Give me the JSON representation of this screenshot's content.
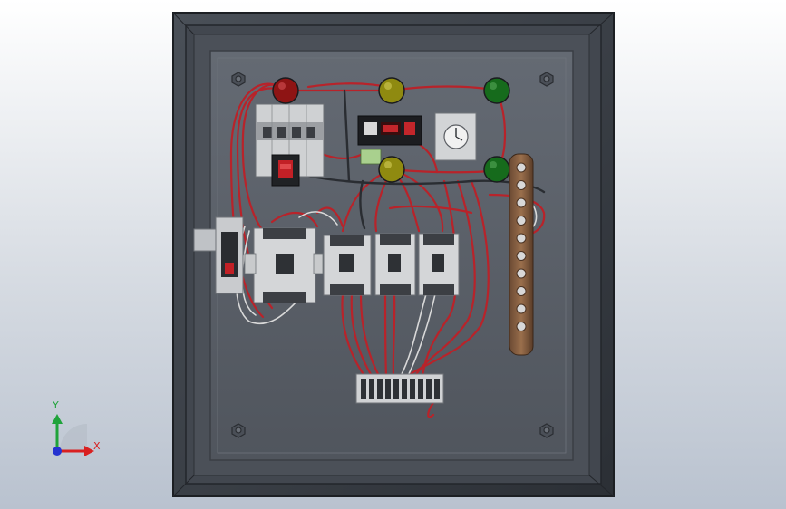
{
  "window": {
    "background_top": "#ffffff",
    "background_bottom": "#b9c2cf"
  },
  "model": {
    "enclosure_color": "#3c4148",
    "backplate_color": "#5b6068",
    "wire_color": "#b8232a",
    "wire_secondary_color": "#d9d9d9",
    "indicator_lamps": [
      {
        "name": "red-indicator-lamp",
        "color": "#8e1414"
      },
      {
        "name": "yellow-indicator-lamp-top",
        "color": "#8f8a10"
      },
      {
        "name": "green-indicator-lamp-top",
        "color": "#166b1c"
      },
      {
        "name": "yellow-indicator-lamp-bottom",
        "color": "#8f8a10"
      },
      {
        "name": "green-indicator-lamp-bottom",
        "color": "#166b1c"
      }
    ],
    "contactor_count": 4,
    "terminal_count": 10,
    "busbar_screw_count": 10
  },
  "triad": {
    "y_label": "Y",
    "x_label": "X",
    "y_color": "#1fa33a",
    "x_color": "#d92020",
    "z_color": "#2533d0"
  }
}
